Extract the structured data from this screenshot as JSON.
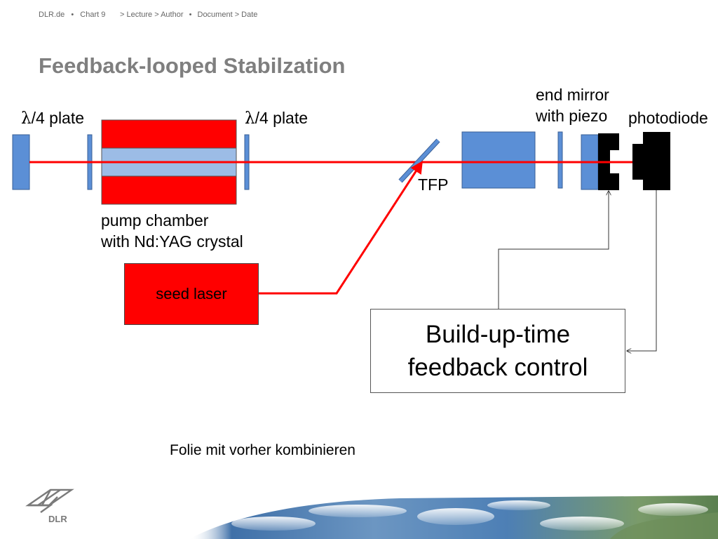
{
  "header": {
    "site": "DLR.de",
    "chart": "Chart 9",
    "breadcrumb": "> Lecture > Author",
    "document": "Document > Date",
    "bullet": "•"
  },
  "title": "Feedback-looped Stabilzation",
  "labels": {
    "plate_left_symbol": "λ",
    "plate_left_suffix": "/4 plate",
    "plate_right_symbol": "λ",
    "plate_right_suffix": "/4 plate",
    "end_mirror_line1": "end mirror",
    "end_mirror_line2": "with piezo",
    "photodiode": "photodiode",
    "tfp": "TFP",
    "pump_line1": "pump chamber",
    "pump_line2": "with Nd:YAG crystal",
    "seed_laser": "seed laser",
    "controller_line1": "Build-up-time",
    "controller_line2": "feedback control"
  },
  "footnote": "Folie mit vorher kombinieren",
  "logo_text": "DLR",
  "colors": {
    "optic_blue": "#5b8fd6",
    "crystal_blue": "#9cbce6",
    "laser_red": "#ff0000",
    "detector_black": "#000000",
    "title_grey": "#7f7f7f"
  }
}
